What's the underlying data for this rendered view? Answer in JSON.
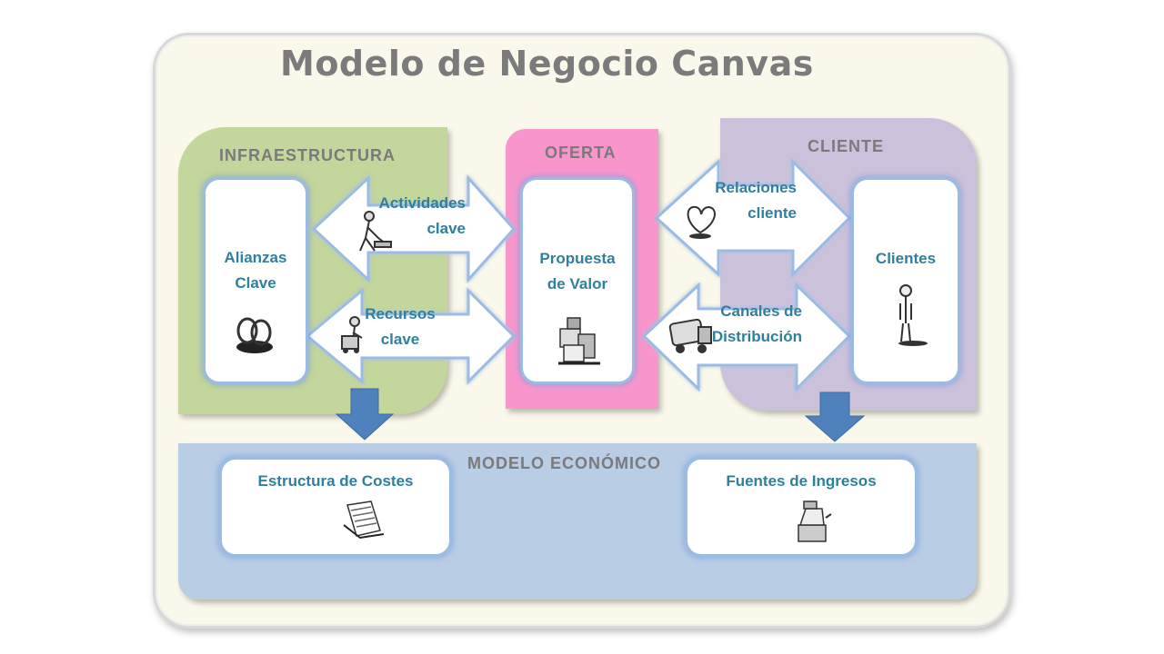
{
  "title": "Modelo de Negocio Canvas",
  "sections": {
    "infraestructura": "INFRAESTRUCTURA",
    "oferta": "OFERTA",
    "cliente": "CLIENTE",
    "modelo_economico": "MODELO ECONÓMICO"
  },
  "blocks": {
    "alianzas": [
      "Alianzas",
      "Clave"
    ],
    "actividades": [
      "Actividades",
      "clave"
    ],
    "recursos": [
      "Recursos",
      "clave"
    ],
    "propuesta": [
      "Propuesta",
      "de Valor"
    ],
    "relaciones": [
      "Relaciones",
      "cliente"
    ],
    "canales": [
      "Canales de",
      "Distribución"
    ],
    "clientes": "Clientes",
    "costes": "Estructura de Costes",
    "ingresos": "Fuentes de Ingresos"
  },
  "colors": {
    "infraestructura": "#c3d69b",
    "oferta": "#f896cc",
    "cliente": "#ccc1da",
    "modelo_economico": "#b9cde5",
    "card_text": "#2f7f9e",
    "down_arrow": "#4f81bd"
  },
  "icons": {
    "alianzas": "interlocked-rings-icon",
    "actividades": "person-working-icon",
    "recursos": "person-with-cart-icon",
    "propuesta": "gift-box-icon",
    "relaciones": "heart-icon",
    "canales": "delivery-truck-icon",
    "clientes": "standing-person-icon",
    "costes": "receipt-icon",
    "ingresos": "cash-register-icon"
  }
}
